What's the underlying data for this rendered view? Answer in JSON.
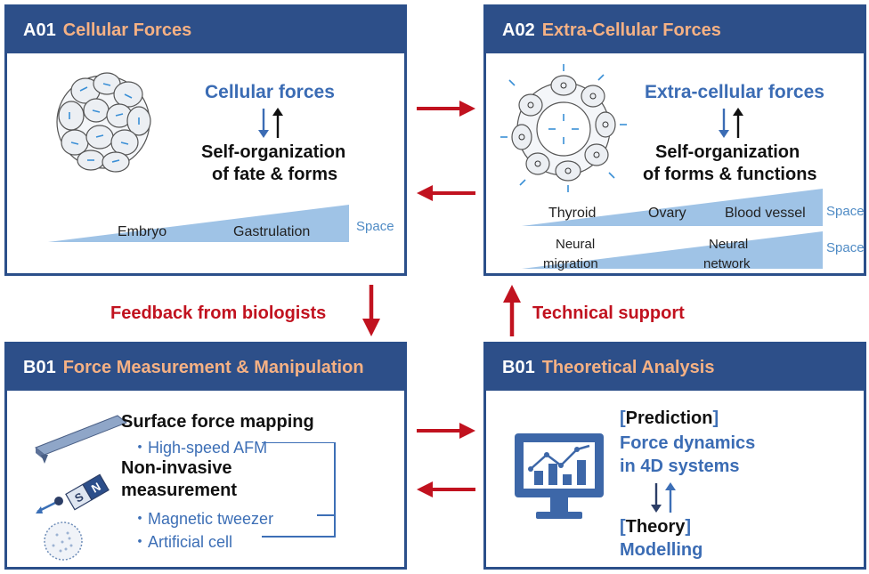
{
  "panels": {
    "a01": {
      "code": "A01",
      "title": "Cellular Forces",
      "heading": "Cellular forces",
      "subheading_line1": "Self-organization",
      "subheading_line2": "of fate & forms",
      "scale_labels": [
        "Embryo",
        "Gastrulation"
      ],
      "space_label": "Space"
    },
    "a02": {
      "code": "A02",
      "title": "Extra-Cellular Forces",
      "heading": "Extra-cellular forces",
      "subheading_line1": "Self-organization",
      "subheading_line2": "of forms & functions",
      "scale1_labels": [
        "Thyroid",
        "Ovary",
        "Blood vessel"
      ],
      "scale2_labels": {
        "left_line1": "Neural",
        "left_line2": "migration",
        "right_line1": "Neural",
        "right_line2": "network"
      },
      "space_label": "Space"
    },
    "b01_left": {
      "code": "B01",
      "title": "Force Measurement & Manipulation",
      "item1_heading": "Surface force mapping",
      "item1_bullet": "・High-speed AFM",
      "item2_heading_line1": "Non-invasive",
      "item2_heading_line2": "measurement",
      "item2_bullet1": "・Magnetic tweezer",
      "item2_bullet2": "・Artificial cell",
      "magnet_n": "N",
      "magnet_s": "S"
    },
    "b01_right": {
      "code": "B01",
      "title": "Theoretical Analysis",
      "prediction_open": "[",
      "prediction_label": "Prediction",
      "prediction_close": "]",
      "force_line1": "Force dynamics",
      "force_line2": "in 4D systems",
      "theory_open": "[",
      "theory_label": "Theory",
      "theory_close": "]",
      "modelling": "Modelling"
    }
  },
  "links": {
    "feedback": "Feedback from biologists",
    "support": "Technical support"
  },
  "colors": {
    "panel_border": "#2b4f8a",
    "header_bg": "#2d4f89",
    "header_title": "#f5b184",
    "accent_blue": "#3b6cb4",
    "arrow_red": "#c1121f",
    "wedge": "#9fc3e6"
  }
}
